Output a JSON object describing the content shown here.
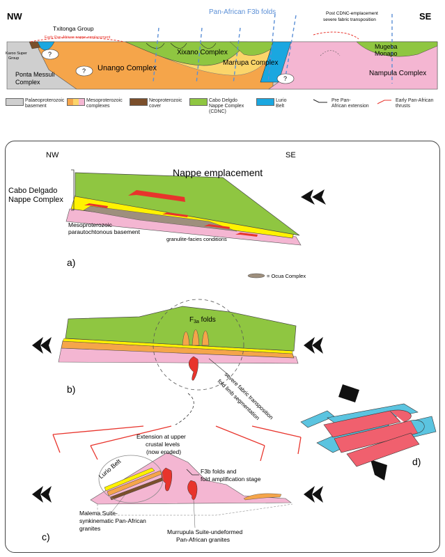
{
  "section": {
    "nw": "NW",
    "se": "SE",
    "txitonga": "Txitonga Group",
    "early_nappe": "Early Pan-African nappe-emplacement",
    "pan_african_folds": "Pan-African F3b folds",
    "post_cdnc_1": "Post CDNC-emplacement",
    "post_cdnc_2": "severe fabric transposition",
    "karoo_1": "Karoo Super",
    "karoo_2": "Group",
    "ponta_1": "Ponta Messuli",
    "ponta_2": "Complex",
    "unango": "Unango Complex",
    "xixano": "Xixano Complex",
    "marrupa": "Marrupa Complex",
    "mugeba_1": "Mugeba",
    "mugeba_2": "Monapo",
    "nampula": "Nampula Complex",
    "question": "?"
  },
  "legend": [
    {
      "lines": [
        "Palaeoproterozoic",
        "basement"
      ],
      "color": "#cfcfcf"
    },
    {
      "lines": [
        "Mesoproterozoic",
        "complexes"
      ],
      "color": "#f5a54a"
    },
    {
      "lines": [
        "Neoproterozoic",
        "cover"
      ],
      "color": "#7b4f2b"
    },
    {
      "lines": [
        "Cabo Delgdo",
        "Nappe Complex",
        "(CDNC)"
      ],
      "color": "#8fc641"
    },
    {
      "lines": [
        "Lurio",
        "Belt"
      ],
      "color": "#1aa7e0"
    },
    {
      "lines": [
        "Pre Pan-",
        "African extension"
      ],
      "color": "none"
    },
    {
      "lines": [
        "Early Pan-African",
        "thrusts"
      ],
      "color": "none"
    }
  ],
  "panel": {
    "nw": "NW",
    "se": "SE",
    "cdnc_1": "Cabo Delgado",
    "cdnc_2": "Nappe Complex",
    "nappe": "Nappe emplacement",
    "meso_1": "Mesoproterozoic",
    "meso_2": "parautochtonous basement",
    "granulite": "granulite-facies conditions",
    "a": "a)",
    "ocua": "= Ocua Complex",
    "f3a_main": "F",
    "f3a_sub": "3a",
    "f3a_tail": " folds",
    "b": "b)",
    "severe": "severe fabric transposition",
    "fold_limb": "fold limb segmentation",
    "extension_1": "Extension at upper",
    "extension_2": "crustal levels",
    "extension_3": "(now eroded)",
    "lurio": "Lurio Belt",
    "f3b_1": "F3b folds and",
    "f3b_2": "fold amplification stage",
    "malema_1": "Malema Suite-",
    "malema_2": "synkinematic Pan-African",
    "malema_3": "granites",
    "murrupula_1": "Murrupula Suite-undeformed",
    "murrupula_2": "Pan-African granites",
    "c": "c)",
    "d": "d)"
  },
  "colors": {
    "green": "#8fc641",
    "yellow": "#fff200",
    "orange": "#f5a54a",
    "pink": "#f4b6d2",
    "grey": "#cfcfcf",
    "brown": "#7b4f2b",
    "blue": "#1aa7e0",
    "red": "#e8342c",
    "cyan": "#5bc4e0",
    "pan_blue": "#5b8fd6"
  }
}
